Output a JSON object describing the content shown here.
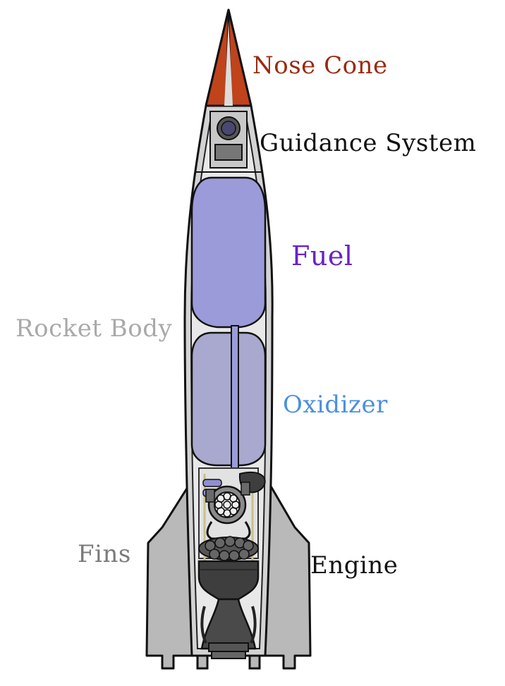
{
  "labels": {
    "nose_cone": "Nose Cone",
    "guidance_system": "Guidance System",
    "fuel": "Fuel",
    "rocket_body": "Rocket Body",
    "oxidizer": "Oxidizer",
    "fins": "Fins",
    "engine": "Engine"
  },
  "colors": {
    "nose_cone_label": "#9a2a10",
    "guidance_label": "#111111",
    "fuel_label": "#6a22c8",
    "rocket_body_label": "#a9a9a9",
    "oxidizer_label": "#4a8fe0",
    "fins_label": "#7a7a7a",
    "engine_label": "#111111",
    "nose_fill": "#c0431b",
    "body_fill": "#d3d3d3",
    "fin_fill": "#b9b9b9",
    "fuel_tank": "#9b9bd9",
    "oxidizer_tank": "#a9a9cf",
    "engine_dark": "#3e3e3e"
  }
}
